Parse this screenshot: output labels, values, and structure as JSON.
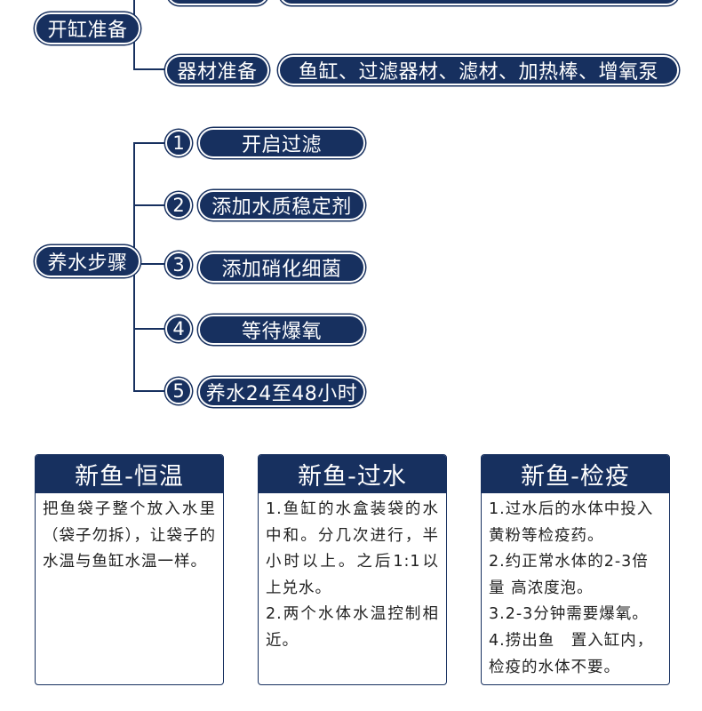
{
  "section1": {
    "label": "开缸准备",
    "equipment": {
      "label": "器材准备",
      "items": "鱼缸、过滤器材、滤材、加热棒、增氧泵"
    }
  },
  "section2": {
    "label": "养水步骤",
    "steps": [
      {
        "num": "1",
        "text": "开启过滤"
      },
      {
        "num": "2",
        "text": "添加水质稳定剂"
      },
      {
        "num": "3",
        "text": "添加硝化细菌"
      },
      {
        "num": "4",
        "text": "等待爆氧"
      },
      {
        "num": "5",
        "text": "养水24至48小时"
      }
    ]
  },
  "cards": [
    {
      "title": "新鱼-恒温",
      "paragraphs": [
        "把鱼袋子整个放入水里（袋子勿拆），让袋子的水温与鱼缸水温一样。"
      ]
    },
    {
      "title": "新鱼-过水",
      "paragraphs": [
        "1.鱼缸的水盒装袋的水中和。分几次进行，半小时以上。之后1:1以上兑水。",
        "2.两个水体水温控制相近。"
      ]
    },
    {
      "title": "新鱼-检疫",
      "paragraphs": [
        "1.过水后的水体中投入黄粉等检疫药。",
        "2.约正常水体的2-3倍量 高浓度泡。",
        "3.2-3分钟需要爆氧。",
        "4.捞出鱼　置入缸内，检疫的水体不要。"
      ]
    }
  ],
  "colors": {
    "primary": "#17305f",
    "text": "#222222",
    "background": "#ffffff"
  }
}
